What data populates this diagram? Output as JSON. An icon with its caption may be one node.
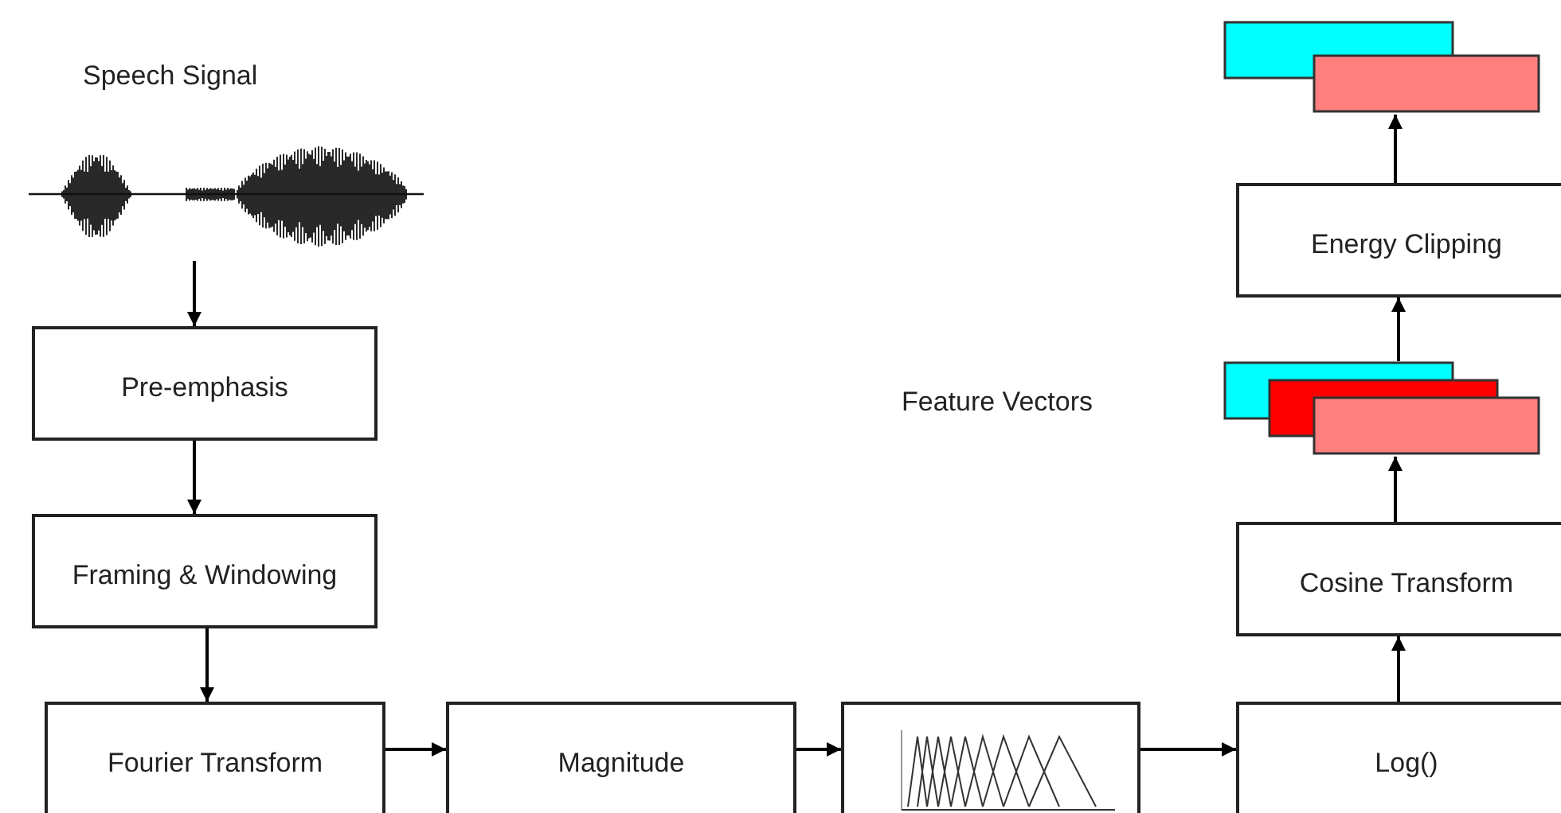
{
  "diagram": {
    "nodes": [
      {
        "text": [
          "Speech Signal"
        ]
      },
      {
        "text": [
          "Pre-emphasis"
        ]
      },
      {
        "text": [
          "Framing & Windowing"
        ]
      },
      {
        "text": [
          "Fourier Transform"
        ]
      },
      {
        "text": [
          "Magnitude"
        ]
      },
      {
        "text": [],
        "shape": "picture"
      },
      {
        "text": [
          "Log()"
        ]
      },
      {
        "text": [
          "Cosine Transform"
        ]
      },
      {
        "text": [],
        "shape": "bar"
      },
      {
        "text": [
          "Energy Clipping"
        ]
      },
      {
        "text": [],
        "shape": "bar"
      }
    ],
    "edges": [
      {
        "from": 0,
        "to": 1,
        "arrow": "to"
      },
      {
        "from": 1,
        "to": 2,
        "arrow": "to"
      },
      {
        "from": 2,
        "to": 3,
        "arrow": "to"
      },
      {
        "from": 3,
        "to": 4,
        "arrow": "to"
      },
      {
        "from": 4,
        "to": 5,
        "arrow": "to"
      },
      {
        "from": 5,
        "to": 6,
        "arrow": "to"
      },
      {
        "from": 6,
        "to": 7,
        "arrow": "to"
      },
      {
        "from": 7,
        "to": 10,
        "arrow": "to"
      },
      {
        "from": 10,
        "to": 9,
        "arrow": "to"
      },
      {
        "from": 9,
        "to": 8,
        "arrow": "to"
      }
    ],
    "labels": [
      "Feature Vectors"
    ]
  }
}
